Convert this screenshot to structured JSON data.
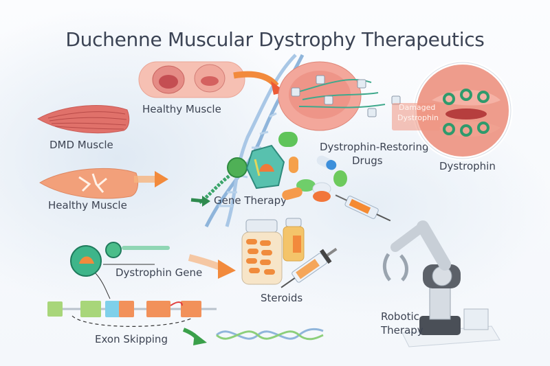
{
  "title": "Duchenne Muscular Dystrophy Therapeutics",
  "labels": {
    "healthy_muscle_top": "Healthy Muscle",
    "dmd_muscle": "DMD Muscle",
    "healthy_muscle_left": "Healthy Muscle",
    "gene_therapy": "Gene Therapy",
    "dystrophin_restoring_drugs_line1": "Dystrophin-Restoring",
    "dystrophin_restoring_drugs_line2": "Drugs",
    "damaged_dystrophin_line1": "Damaged",
    "damaged_dystrophin_line2": "Dystrophin",
    "dystrophin": "Dystrophin",
    "dystrophin_gene": "Dystrophin Gene",
    "steroids": "Steroids",
    "exon_skipping": "Exon Skipping",
    "robotic_therapy_line1": "Robotic",
    "robotic_therapy_line2": "Therapy"
  },
  "icons": [
    "muscle-fiber-icon",
    "dna-helix-icon",
    "virus-vector-icon",
    "pill-icon",
    "capsule-icon",
    "syringe-icon",
    "pill-bottle-icon",
    "robotic-arm-icon",
    "exon-block-icon",
    "arrow-icon",
    "magnified-dystrophin-icon"
  ],
  "colors": {
    "muscle_red": "#e0716a",
    "muscle_light": "#f3b3a6",
    "arrow_orange": "#f28a3c",
    "dna_blue": "#8fb5db",
    "vector_green": "#3aa46a",
    "teal": "#4dbfae",
    "exon_green": "#a8d67a",
    "exon_blue": "#7fd0ea",
    "exon_orange": "#f2915a",
    "text": "#3c4352"
  }
}
